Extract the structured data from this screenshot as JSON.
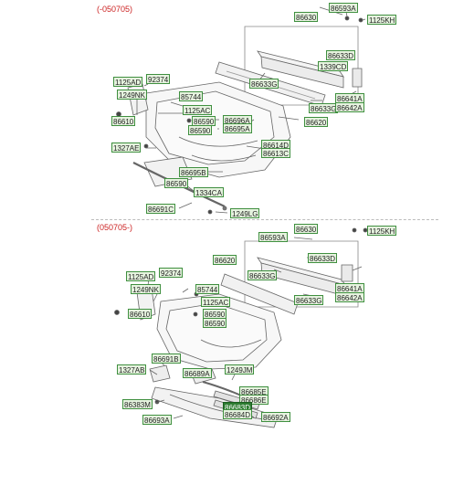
{
  "sections": {
    "top": "(-050705)",
    "bottom": "(050705-)"
  },
  "top_labels": {
    "l_86593A": "86593A",
    "l_86630": "86630",
    "l_1125KH": "1125KH",
    "l_86633D": "86633D",
    "l_1339CD": "1339CD",
    "l_86633G_a": "86633G",
    "l_86633G_b": "86633G",
    "l_86641A": "86641A",
    "l_86642A": "86642A",
    "l_1125AD": "1125AD",
    "l_92374": "92374",
    "l_1249NK": "1249NK",
    "l_85744": "85744",
    "l_1125AC": "1125AC",
    "l_86610": "86610",
    "l_86590_a": "86590",
    "l_86590_b": "86590",
    "l_86696A": "86696A",
    "l_86695A": "86695A",
    "l_86620": "86620",
    "l_1327AE": "1327AE",
    "l_86614D": "86614D",
    "l_86613C": "86613C",
    "l_86695B": "86695B",
    "l_86590_c": "86590",
    "l_1334CA": "1334CA",
    "l_86691C": "86691C",
    "l_1249LG": "1249LG"
  },
  "bottom_labels": {
    "l_86630": "86630",
    "l_86593A": "86593A",
    "l_1125KH": "1125KH",
    "l_86633D": "86633D",
    "l_86620": "86620",
    "l_86633G_a": "86633G",
    "l_86641A": "86641A",
    "l_86642A": "86642A",
    "l_86633G_b": "86633G",
    "l_1125AD": "1125AD",
    "l_92374": "92374",
    "l_1249NK": "1249NK",
    "l_85744": "85744",
    "l_1125AC": "1125AC",
    "l_86610": "86610",
    "l_86590_a": "86590",
    "l_86590_b": "86590",
    "l_86691B": "86691B",
    "l_1327AB": "1327AB",
    "l_86689A": "86689A",
    "l_1249JM": "1249JM",
    "l_86685E": "86685E",
    "l_86686E": "86686E",
    "l_86683D": "86683D",
    "l_86684D": "86684D",
    "l_86383M": "86383M",
    "l_86693A": "86693A",
    "l_86692A": "86692A"
  }
}
